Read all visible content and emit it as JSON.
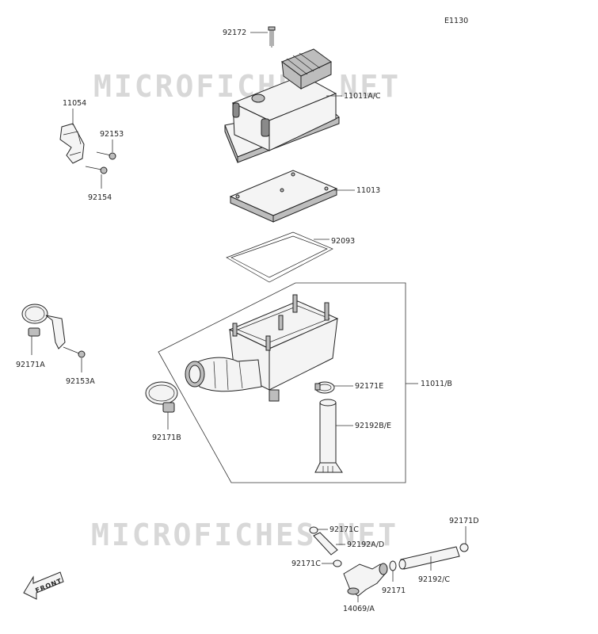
{
  "diagram_code": "E1130",
  "watermark": "MICROFICHES.NET",
  "front_label": "FRONT",
  "parts": {
    "p92172": "92172",
    "p11011AC": "11011A/C",
    "p11054": "11054",
    "p92153": "92153",
    "p92154": "92154",
    "p11013": "11013",
    "p92093": "92093",
    "p92171A": "92171A",
    "p92153A": "92153A",
    "p11011B": "11011/B",
    "p92171E": "92171E",
    "p92192BE": "92192B/E",
    "p92171B": "92171B",
    "p92171C_1": "92171C",
    "p92192AD": "92192A/D",
    "p92171C_2": "92171C",
    "p92171D": "92171D",
    "p92192C": "92192/C",
    "p92171": "92171",
    "p14069A": "14069/A"
  }
}
